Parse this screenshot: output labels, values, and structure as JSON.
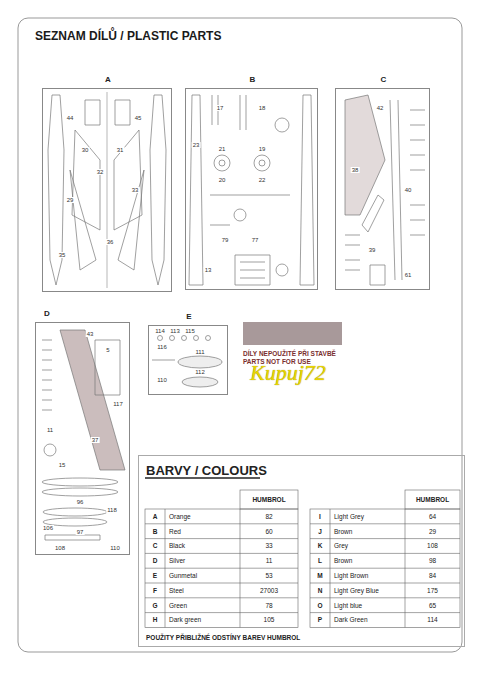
{
  "diagram": {
    "title": "SEZNAM DÍLŮ / PLASTIC PARTS",
    "nodes": [
      {
        "text": [
          "A"
        ]
      },
      {
        "text": [
          "B"
        ]
      },
      {
        "text": [
          "C"
        ]
      },
      {
        "text": [
          "D"
        ]
      },
      {
        "text": [
          "E"
        ]
      },
      {
        "text": [
          "BARVY / COLOURS",
          "POUŽITY PŘIBLIŽNÉ ODSTÍNY BAREV HUMBROL"
        ]
      }
    ],
    "labels": [
      "44",
      "45",
      "31",
      "30",
      "29",
      "33",
      "32",
      "36",
      "35",
      "17",
      "18",
      "23",
      "21",
      "19",
      "20",
      "22",
      "79",
      "77",
      "13",
      "42",
      "38",
      "40",
      "39",
      "61",
      "43",
      "5",
      "117",
      "37",
      "11",
      "15",
      "96",
      "118",
      "97",
      "106",
      "108",
      "110",
      "114",
      "113",
      "115",
      "116",
      "111",
      "112",
      "110",
      "HUMBROL",
      "HUMBROL",
      "A",
      "Orange",
      "82",
      "I",
      "Light Grey",
      "64",
      "B",
      "Red",
      "60",
      "J",
      "Brown",
      "29",
      "C",
      "Black",
      "33",
      "K",
      "Grey",
      "108",
      "D",
      "Silver",
      "11",
      "L",
      "Brown",
      "98",
      "E",
      "Gunmetal",
      "53",
      "M",
      "Light Brown",
      "84",
      "F",
      "Steel",
      "27003",
      "N",
      "Light Grey Blue",
      "175",
      "G",
      "Green",
      "78",
      "O",
      "Light blue",
      "65",
      "H",
      "Dark green",
      "105",
      "P",
      "Dark Green",
      "114",
      "Kupuj72"
    ],
    "legend": [
      {
        "text": "DÍLY NEPOUŽITÉ PŘI STAVBĚ PARTS NOT FOR USE",
        "color": "#a8999a"
      }
    ]
  }
}
